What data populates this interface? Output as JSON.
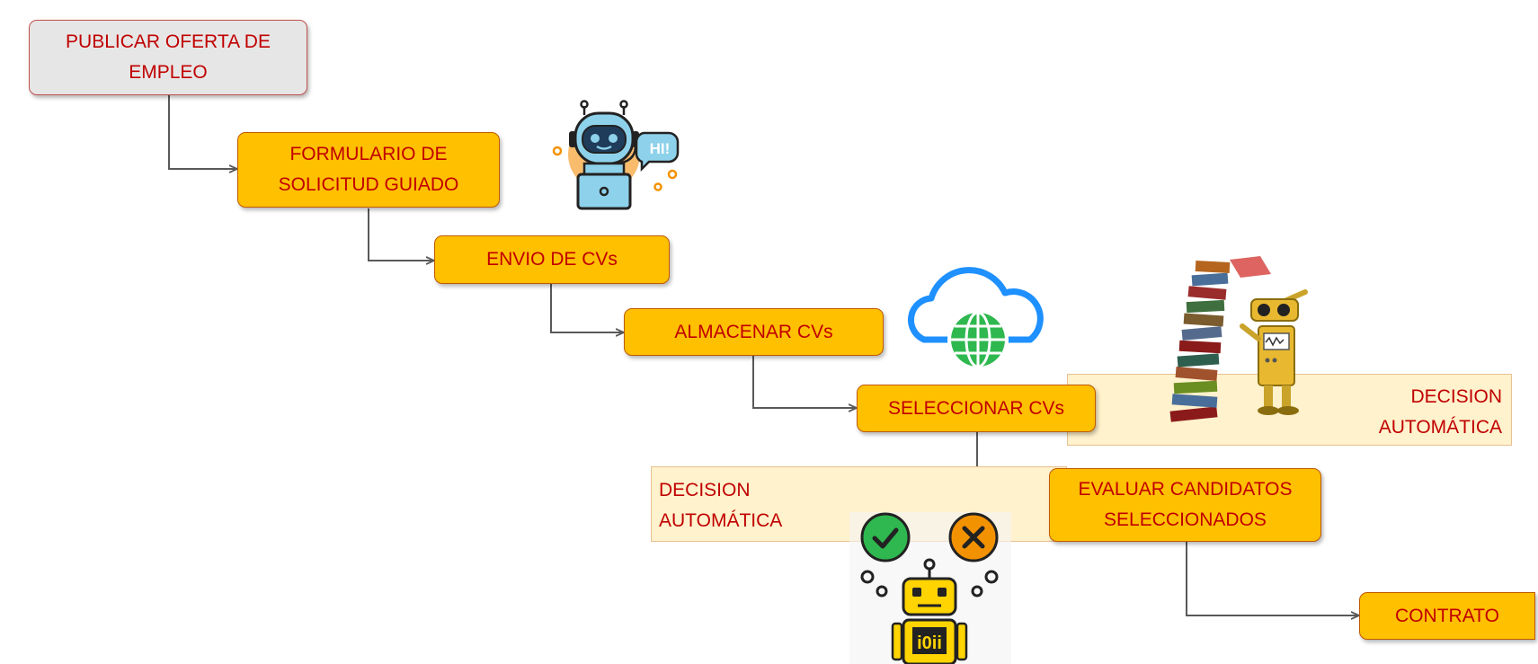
{
  "steps": [
    {
      "line1": "PUBLICAR OFERTA DE",
      "line2": "EMPLEO"
    },
    {
      "line1": "FORMULARIO DE",
      "line2": "SOLICITUD GUIADO"
    },
    {
      "label": "ENVIO DE CVs"
    },
    {
      "label": "ALMACENAR CVs"
    },
    {
      "label": "SELECCIONAR CVs"
    },
    {
      "line1": "EVALUAR CANDIDATOS",
      "line2": "SELECCIONADOS"
    },
    {
      "label": "CONTRATO"
    }
  ],
  "notes": [
    {
      "line1": "DECISION",
      "line2": "AUTOMÁTICA"
    },
    {
      "line1": "DECISION",
      "line2": "AUTOMÁTICA"
    }
  ],
  "illustrations": {
    "chatbot_bubble_text": "HI!"
  },
  "colors": {
    "step_fill": "#ffc000",
    "step_border": "#c05a00",
    "start_fill": "#e7e6e6",
    "note_fill": "#fff2cc",
    "text": "#c00000",
    "connector": "#595959"
  }
}
